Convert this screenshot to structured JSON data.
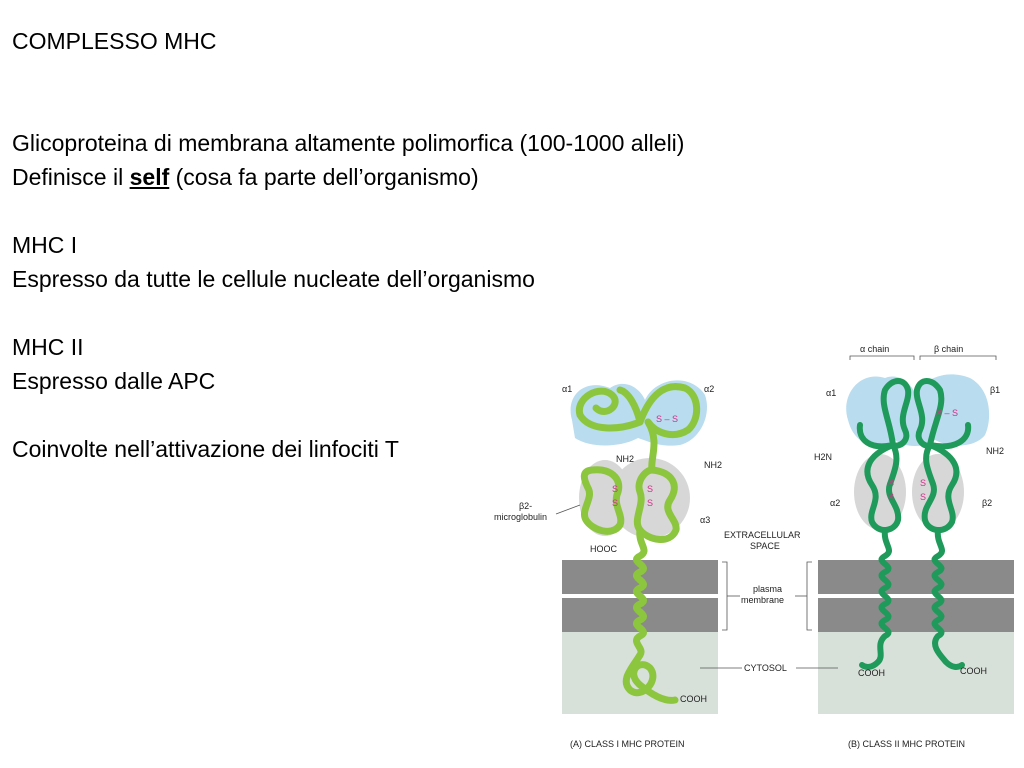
{
  "slide": {
    "title": "COMPLESSO MHC",
    "line1": "Glicoproteina di membrana altamente polimorfica (100-1000 alleli)",
    "line2_pre": "Definisce il ",
    "line2_bold": "self",
    "line2_post": " (cosa fa parte dell’organismo)",
    "mhc1_title": "MHC I",
    "mhc1_desc": "Espresso da tutte le cellule nucleate dell’organismo",
    "mhc2_title": "MHC II",
    "mhc2_desc": "Espresso dalle APC",
    "activation": "Coinvolte nell’attivazione dei linfociti T"
  },
  "diagram": {
    "class1": {
      "caption": "(A)  CLASS I MHC PROTEIN",
      "alpha1": "α1",
      "alpha2": "α2",
      "alpha3": "α3",
      "beta2_line1": "β2-",
      "beta2_line2": "microglobulin",
      "nh2_inner": "NH2",
      "nh2_outer": "NH2",
      "hooc": "HOOC",
      "cooh": "COOH",
      "ss_top": "S – S",
      "ss_left": "S",
      "ss_right": "S"
    },
    "class2": {
      "caption": "(B)  CLASS II MHC PROTEIN",
      "alpha_chain": "α chain",
      "beta_chain": "β chain",
      "alpha1": "α1",
      "beta1": "β1",
      "alpha2": "α2",
      "beta2": "β2",
      "h2n": "H2N",
      "nh2": "NH2",
      "cooh_left": "COOH",
      "cooh_right": "COOH",
      "ss_top": "S – S"
    },
    "shared": {
      "extracellular_line1": "EXTRACELLULAR",
      "extracellular_line2": "SPACE",
      "plasma_line1": "plasma",
      "plasma_line2": "membrane",
      "cytosol": "CYTOSOL"
    },
    "colors": {
      "class1_chain": "#8cc63f",
      "class2_chain": "#1f9a5a",
      "domain_blue": "#b9dcee",
      "domain_grey": "#d7d7d7",
      "membrane": "#8a8a8a",
      "cytosol": "#d8e0da",
      "disulfide": "#d0308a"
    }
  }
}
